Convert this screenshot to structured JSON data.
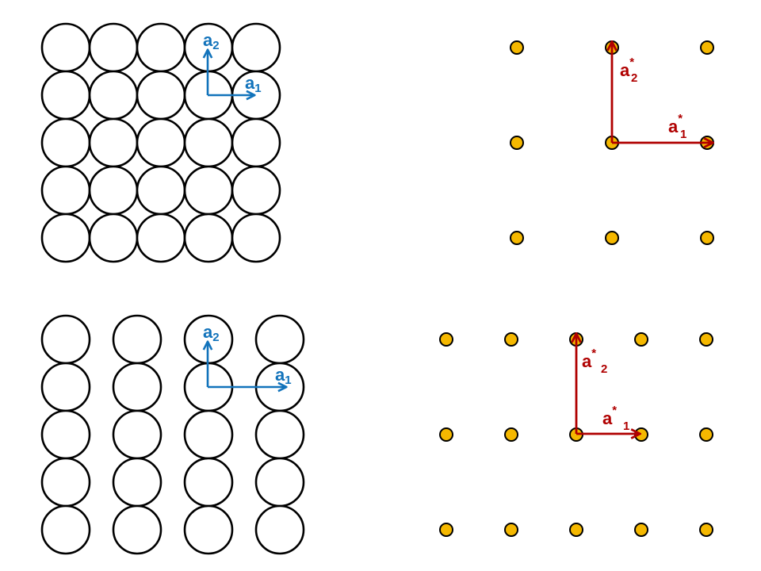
{
  "colors": {
    "real_vector": "#1273bb",
    "reciprocal_vector": "#b00000",
    "reciprocal_point": "#f5b800",
    "atom_outline": "#000000"
  },
  "panels": [
    {
      "id": "square-real",
      "kind": "real-lattice",
      "rows": 5,
      "columns": 5,
      "vectors": [
        {
          "letter": "a",
          "index": "2",
          "star": ""
        },
        {
          "letter": "a",
          "index": "1",
          "star": ""
        }
      ]
    },
    {
      "id": "square-reciprocal",
      "kind": "reciprocal-lattice",
      "rows": 3,
      "columns": 3,
      "vectors": [
        {
          "letter": "a",
          "index": "2",
          "star": "*"
        },
        {
          "letter": "a",
          "index": "1",
          "star": "*"
        }
      ]
    },
    {
      "id": "rect-real",
      "kind": "real-lattice",
      "rows": 5,
      "columns": 4,
      "vectors": [
        {
          "letter": "a",
          "index": "2",
          "star": ""
        },
        {
          "letter": "a",
          "index": "1",
          "star": ""
        }
      ]
    },
    {
      "id": "rect-reciprocal",
      "kind": "reciprocal-lattice",
      "rows": 3,
      "columns": 5,
      "vectors": [
        {
          "letter": "a",
          "index": "2",
          "star": "*"
        },
        {
          "letter": "a",
          "index": "1",
          "star": "*"
        }
      ]
    }
  ]
}
